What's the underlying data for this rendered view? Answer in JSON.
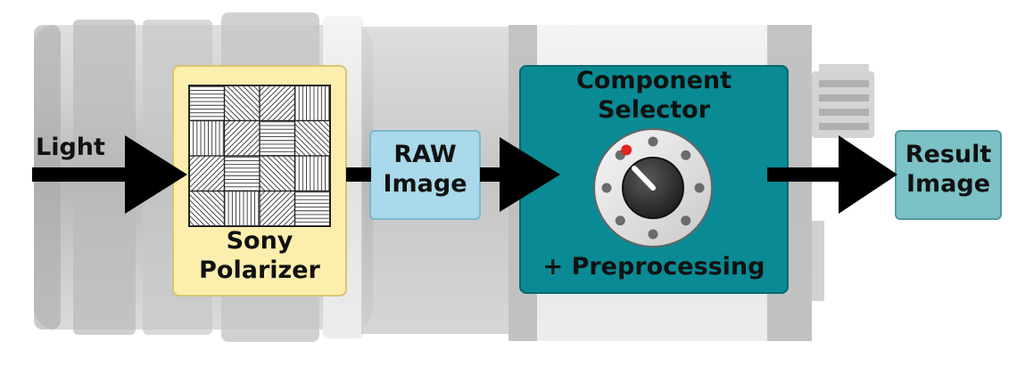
{
  "diagram": {
    "input_label": "Light",
    "polarizer_label": "Sony Polarizer",
    "polarizer_lines": [
      "Sony",
      "Polarizer"
    ],
    "raw_lines": [
      "RAW",
      "Image"
    ],
    "selector_title_lines": [
      "Component",
      "Selector"
    ],
    "selector_subtitle": "+ Preprocessing",
    "result_lines": [
      "Result",
      "Image"
    ],
    "polarizer_grid_angles": [
      [
        0,
        45,
        135,
        90
      ],
      [
        90,
        135,
        0,
        45
      ],
      [
        135,
        0,
        45,
        90
      ],
      [
        45,
        90,
        135,
        0
      ]
    ]
  },
  "colors": {
    "polarizer_fill": "#fcefae",
    "raw_fill": "#a9d9ea",
    "selector_fill": "#0a8a94",
    "result_fill": "#7cc1c6",
    "arrow": "#000000",
    "knob_indicator": "#e0261e",
    "camera_body": "#bdbdbd"
  }
}
